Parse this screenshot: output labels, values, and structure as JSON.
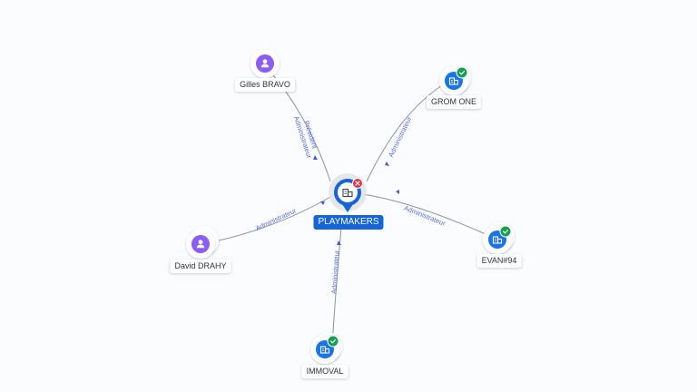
{
  "colors": {
    "person": "#8b5cf6",
    "company": "#1a73e8",
    "verified": "#12a150",
    "alert": "#e0344a",
    "center": "#1565d8",
    "edge": "#8a93a0",
    "edge_label": "#5b6ee0"
  },
  "center": {
    "name": "PLAYMAKERS",
    "icon": "building-icon",
    "badge": "close-icon"
  },
  "nodes": [
    {
      "id": "gilles",
      "name": "Gilles BRAVO",
      "type": "person",
      "icon": "user-icon",
      "relation": [
        "Président",
        "Administrateur"
      ]
    },
    {
      "id": "grom",
      "name": "GROM ONE",
      "type": "company",
      "icon": "building-icon",
      "badge": "check-icon",
      "relation": [
        "Administrateur"
      ]
    },
    {
      "id": "evan",
      "name": "EVAN#94",
      "type": "company",
      "icon": "building-icon",
      "badge": "check-icon",
      "relation": [
        "Administrateur"
      ]
    },
    {
      "id": "immoval",
      "name": "IMMOVAL",
      "type": "company",
      "icon": "building-icon",
      "badge": "check-icon",
      "relation": [
        "Administrateur"
      ]
    },
    {
      "id": "david",
      "name": "David DRAHY",
      "type": "person",
      "icon": "user-icon",
      "relation": [
        "Administrateur"
      ]
    }
  ]
}
